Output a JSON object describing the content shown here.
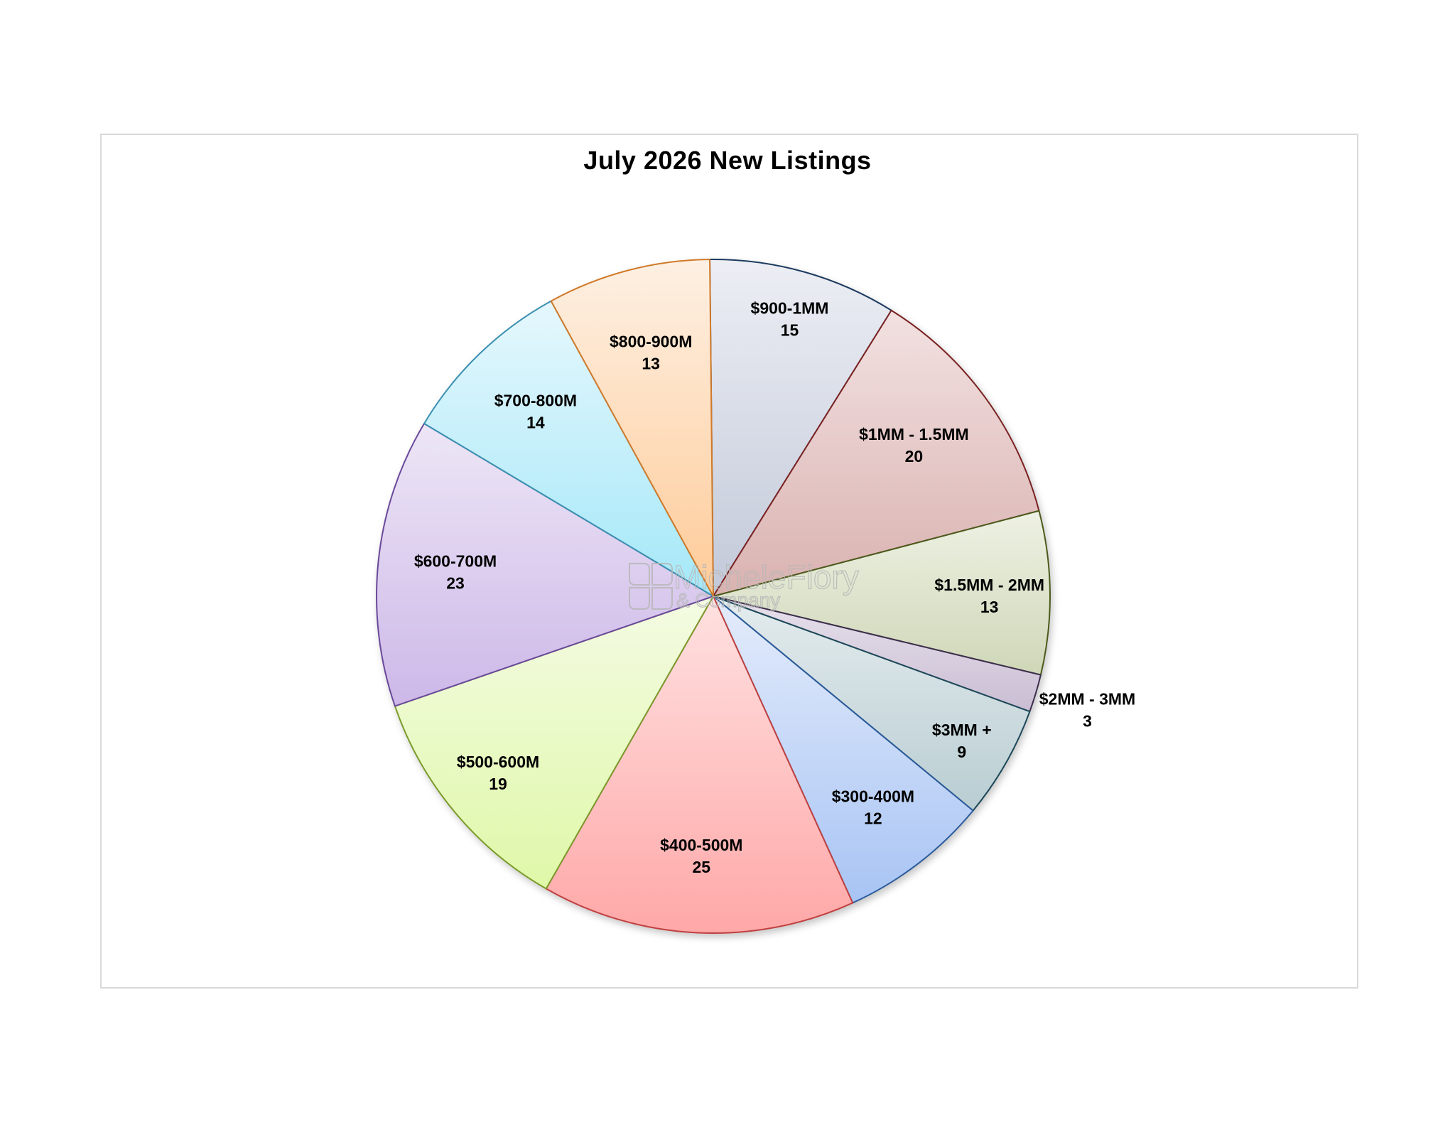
{
  "chart_data": {
    "type": "pie",
    "title": "July 2026 New Listings",
    "categories": [
      "$900-1MM",
      "$1MM - 1.5MM",
      "$1.5MM - 2MM",
      "$2MM - 3MM",
      "$3MM +",
      "$300-400M",
      "$400-500M",
      "$500-600M",
      "$600-700M",
      "$700-800M",
      "$800-900M"
    ],
    "values": [
      15,
      20,
      13,
      3,
      9,
      12,
      25,
      19,
      23,
      14,
      13
    ],
    "colors": [
      {
        "top": "#eceef4",
        "bottom": "#c3c9d9",
        "stroke": "#1f3a5f"
      },
      {
        "top": "#f2e1e1",
        "bottom": "#d9b2b0",
        "stroke": "#7a2020"
      },
      {
        "top": "#eef1e3",
        "bottom": "#cfd7b8",
        "stroke": "#4c5a1c"
      },
      {
        "top": "#e8e2ec",
        "bottom": "#c9bdd3",
        "stroke": "#3c2d4d"
      },
      {
        "top": "#e4ecee",
        "bottom": "#b9cdd2",
        "stroke": "#1e4a5a"
      },
      {
        "top": "#e4ecfb",
        "bottom": "#a8c4f4",
        "stroke": "#2a5a9a"
      },
      {
        "top": "#ffe1e1",
        "bottom": "#ffa8a8",
        "stroke": "#c04040"
      },
      {
        "top": "#f4fbe3",
        "bottom": "#dff8a8",
        "stroke": "#7a9a2a"
      },
      {
        "top": "#ede6f6",
        "bottom": "#cdb8e8",
        "stroke": "#6a4a9a"
      },
      {
        "top": "#e6f7fd",
        "bottom": "#a4e8f8",
        "stroke": "#3a90b0"
      },
      {
        "top": "#fdf0e3",
        "bottom": "#ffcb98",
        "stroke": "#d07a2a"
      }
    ],
    "legend": "none",
    "data_labels": "category name and value"
  },
  "watermark": {
    "line1": "MicheleFlory",
    "line2": "& Company"
  }
}
